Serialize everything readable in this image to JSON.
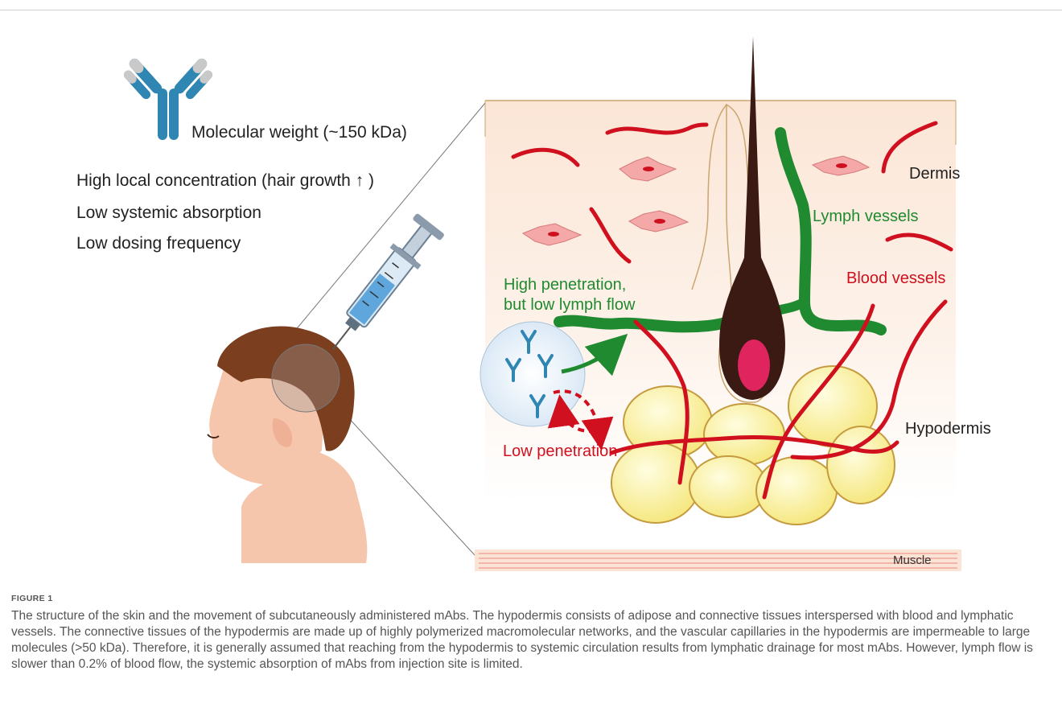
{
  "antibody": {
    "molecular_weight_label": "Molecular weight (~150 kDa)"
  },
  "benefits": [
    "High local concentration (hair growth ↑ )",
    "Low systemic absorption",
    "Low dosing frequency"
  ],
  "skin_labels": {
    "dermis": "Dermis",
    "lymph_vessels": "Lymph vessels",
    "blood_vessels": "Blood vessels",
    "high_penetration": "High penetration,",
    "low_lymph_flow": "but low lymph flow",
    "hypodermis": "Hypodermis",
    "low_penetration": "Low penetration",
    "muscle": "Muscle"
  },
  "colors": {
    "blood": "#d0101e",
    "lymph": "#1f8a2f",
    "antibody": "#2f86b3",
    "fat": "#fff6a8",
    "skin": "#fbe9dc"
  },
  "figure": {
    "title": "FIGURE 1",
    "caption": "The structure of the skin and the movement of subcutaneously administered mAbs. The hypodermis consists of adipose and connective tissues interspersed with blood and lymphatic vessels. The connective tissues of the hypodermis are made up of highly polymerized macromolecular networks, and the vascular capillaries in the hypodermis are impermeable to large molecules (>50 kDa). Therefore, it is generally assumed that reaching from the hypodermis to systemic circulation results from lymphatic drainage for most mAbs. However, lymph flow is slower than 0.2% of blood flow, the systemic absorption of mAbs from injection site is limited."
  }
}
